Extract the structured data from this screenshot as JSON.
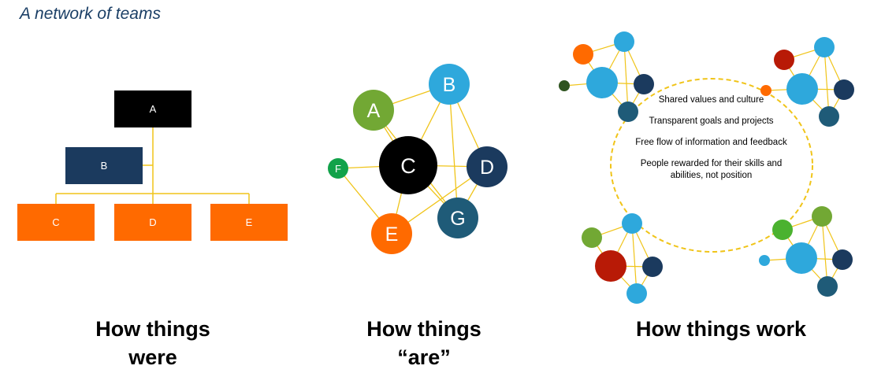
{
  "title": "A network of teams",
  "colors": {
    "title": "#1b3f66",
    "black": "#000000",
    "navy": "#1b3a5e",
    "orange": "#ff6a00",
    "connector": "#f0c419",
    "green": "#72a834",
    "light_blue": "#2ea8dc",
    "dark_green": "#12a24a",
    "teal": "#1f5b78",
    "red": "#b81a06"
  },
  "hierarchy": {
    "boxes": [
      {
        "id": "A",
        "label": "A"
      },
      {
        "id": "B",
        "label": "B"
      },
      {
        "id": "C",
        "label": "C"
      },
      {
        "id": "D",
        "label": "D"
      },
      {
        "id": "E",
        "label": "E"
      }
    ],
    "caption_line1": "How things",
    "caption_line2": "were"
  },
  "network": {
    "nodes": [
      {
        "id": "A",
        "label": "A",
        "color": "green"
      },
      {
        "id": "B",
        "label": "B",
        "color": "light_blue"
      },
      {
        "id": "C",
        "label": "C",
        "color": "black"
      },
      {
        "id": "D",
        "label": "D",
        "color": "navy"
      },
      {
        "id": "E",
        "label": "E",
        "color": "orange"
      },
      {
        "id": "F",
        "label": "F",
        "color": "dark_green"
      },
      {
        "id": "G",
        "label": "G",
        "color": "teal"
      }
    ],
    "edges": [
      [
        "A",
        "B"
      ],
      [
        "A",
        "C"
      ],
      [
        "A",
        "G"
      ],
      [
        "B",
        "C"
      ],
      [
        "B",
        "D"
      ],
      [
        "B",
        "G"
      ],
      [
        "C",
        "D"
      ],
      [
        "C",
        "G"
      ],
      [
        "C",
        "E"
      ],
      [
        "F",
        "C"
      ],
      [
        "F",
        "E"
      ],
      [
        "E",
        "D"
      ],
      [
        "D",
        "G"
      ]
    ],
    "caption_line1": "How things",
    "caption_line2": "“are”"
  },
  "team_of_teams": {
    "statements": [
      {
        "text": "Shared values and culture"
      },
      {
        "text": "Transparent goals and projects"
      },
      {
        "text": "Free flow of information and feedback"
      },
      {
        "text": "People rewarded for their skills and abilities, not position"
      }
    ],
    "caption": "How things work"
  }
}
